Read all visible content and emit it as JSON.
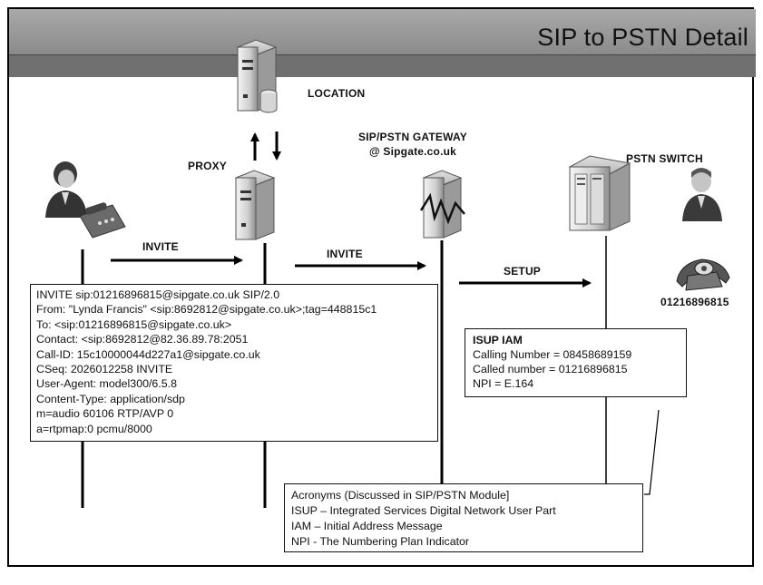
{
  "title": "SIP to PSTN Detail",
  "labels": {
    "location": "LOCATION",
    "proxy": "PROXY",
    "gateway_line1": "SIP/PSTN GATEWAY",
    "gateway_line2": "@ Sipgate.co.uk",
    "pstn_switch": "PSTN SWITCH",
    "phone_number": "01216896815"
  },
  "messages": {
    "invite_1": "INVITE",
    "invite_2": "INVITE",
    "setup": "SETUP"
  },
  "sip_message": [
    "INVITE sip:01216896815@sipgate.co.uk   SIP/2.0",
    "From: \"Lynda  Francis\" <sip:8692812@sipgate.co.uk>;tag=448815c1",
    "To: <sip:01216896815@sipgate.co.uk>",
    "Contact:  <sip:8692812@82.36.89.78:2051",
    "Call-ID: 15c10000044d227a1@sipgate.co.uk",
    "CSeq: 2026012258   INVITE",
    "User-Agent: model300/6.5.8",
    "Content-Type:  application/sdp",
    "m=audio  60106  RTP/AVP  0",
    "a=rtpmap:0  pcmu/8000"
  ],
  "isup": {
    "heading": "ISUP IAM",
    "lines": [
      "Calling Number = 08458689159",
      "Called number = 01216896815",
      "NPI = E.164"
    ]
  },
  "acronyms": [
    "Acronyms  (Discussed in SIP/PSTN  Module]",
    "ISUP – Integrated  Services  Digital Network User Part",
    "IAM – Initial Address Message",
    "NPI - The Numbering Plan Indicator"
  ],
  "icons": [
    "user-with-phone-icon",
    "location-server-icon",
    "proxy-server-icon",
    "gateway-server-icon",
    "pstn-switch-icon",
    "switch-operator-icon",
    "telephone-icon"
  ]
}
